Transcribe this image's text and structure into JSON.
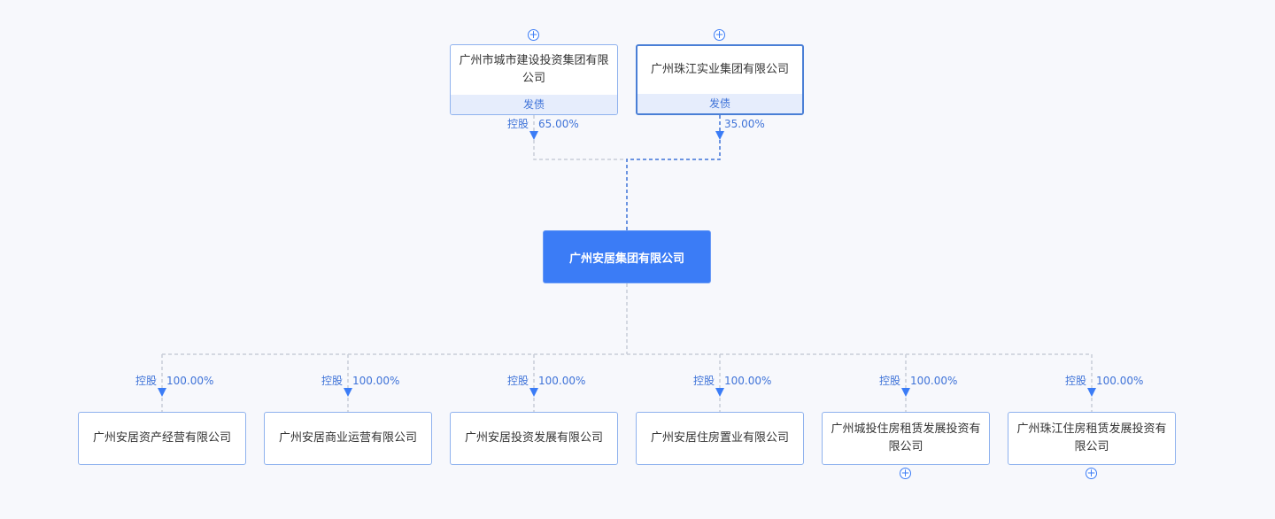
{
  "diagram": {
    "center": {
      "name": "广州安居集团有限公司"
    },
    "shareholders": [
      {
        "name": "广州市城市建设投资集团有限公司",
        "tag": "发债",
        "relation": "控股",
        "percent": "65.00%",
        "expand": "+"
      },
      {
        "name": "广州珠江实业集团有限公司",
        "tag": "发债",
        "relation": "",
        "percent": "35.00%",
        "expand": "+"
      }
    ],
    "subsidiaries": [
      {
        "name": "广州安居资产经营有限公司",
        "relation": "控股",
        "percent": "100.00%"
      },
      {
        "name": "广州安居商业运营有限公司",
        "relation": "控股",
        "percent": "100.00%"
      },
      {
        "name": "广州安居投资发展有限公司",
        "relation": "控股",
        "percent": "100.00%"
      },
      {
        "name": "广州安居住房置业有限公司",
        "relation": "控股",
        "percent": "100.00%"
      },
      {
        "name": "广州城投住房租赁发展投资有限公司",
        "relation": "控股",
        "percent": "100.00%",
        "expand": "+"
      },
      {
        "name": "广州珠江住房租赁发展投资有限公司",
        "relation": "控股",
        "percent": "100.00%",
        "expand": "+"
      }
    ]
  },
  "colors": {
    "accent": "#3b7cf6",
    "line": "#c9cdd8",
    "highlight_line": "#3f73d8",
    "tag_bg": "#e6edfc"
  }
}
